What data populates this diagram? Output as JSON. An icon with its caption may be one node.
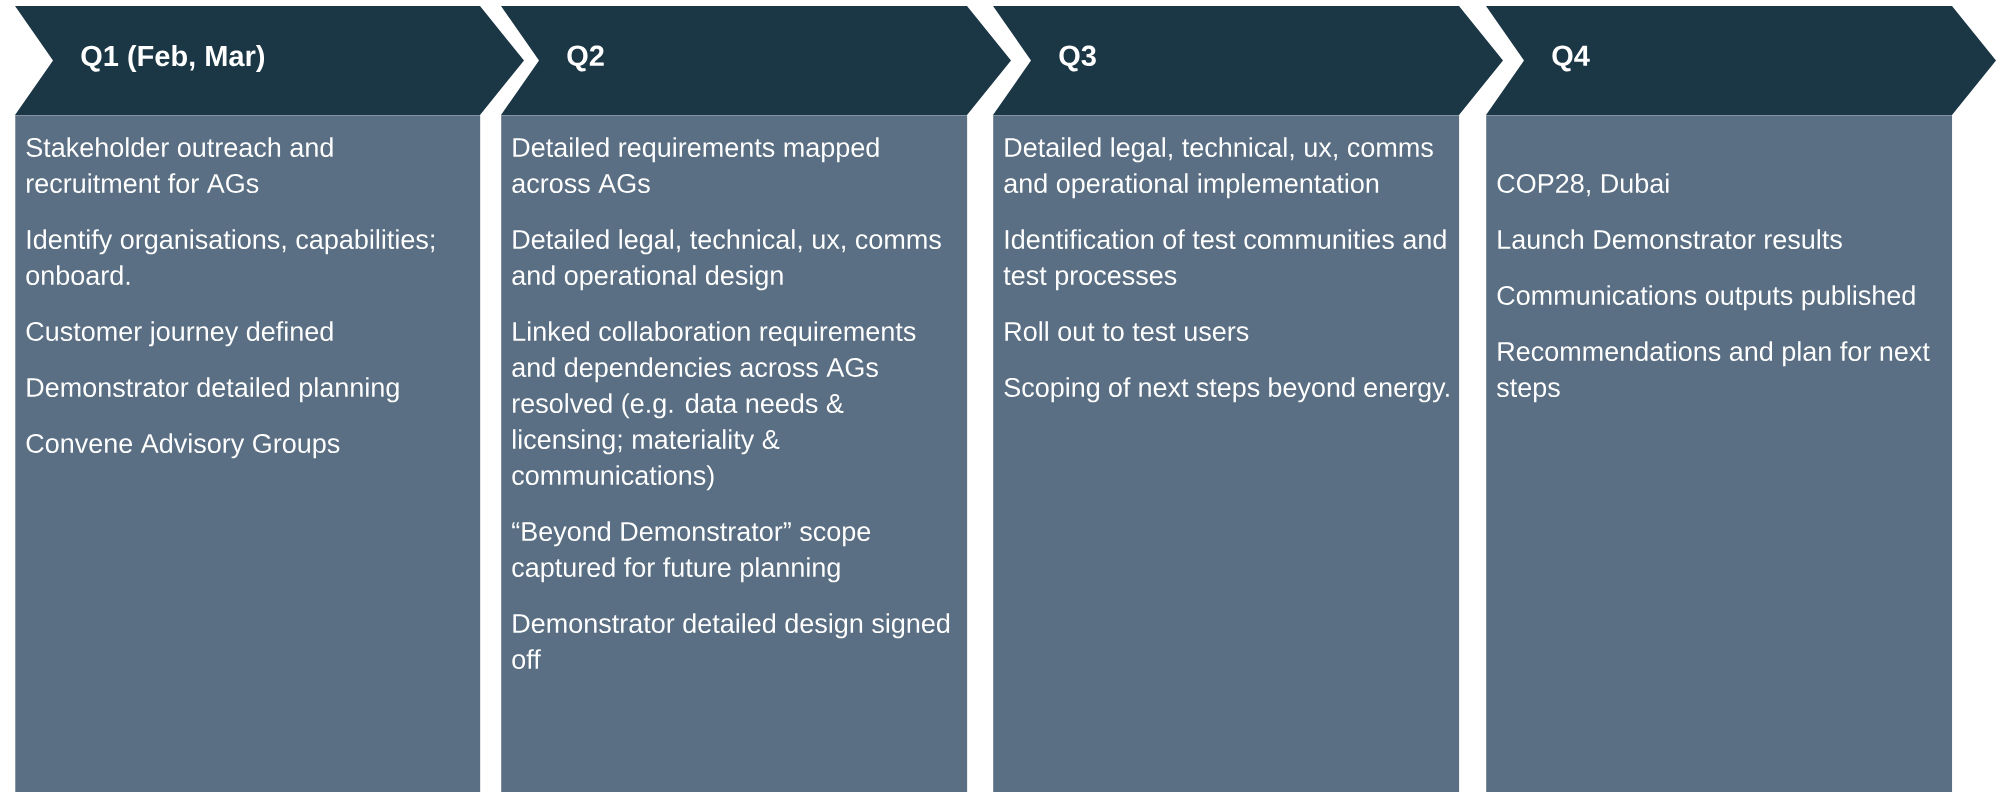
{
  "diagram": {
    "nodes": [
      {
        "text": [
          "Q1 (Feb, Mar)"
        ]
      },
      {
        "text": [
          "Q2"
        ]
      },
      {
        "text": [
          "Q3"
        ]
      },
      {
        "text": [
          "Q4"
        ]
      },
      {
        "text": [
          "Stakeholder outreach and recruitment for AGs",
          "Identify organisations, capabilities; onboard.",
          "Customer journey defined",
          "Demonstrator detailed planning",
          "Convene Advisory Groups"
        ]
      },
      {
        "text": [
          "Detailed requirements mapped across AGs",
          "Detailed legal, technical, ux, comms and operational design",
          "Linked collaboration requirements and dependencies across AGs resolved (e.g. data needs & licensing; materiality & communications)",
          "“Beyond Demonstrator” scope captured for future planning",
          "Demonstrator detailed design signed off"
        ]
      },
      {
        "text": [
          "Detailed legal, technical, ux, comms and operational implementation",
          "Identification of test communities and test processes",
          "Roll out to test users",
          "Scoping of next steps beyond energy."
        ]
      },
      {
        "text": [
          "COP28, Dubai",
          "Launch Demonstrator results",
          "Communications outputs published",
          "Recommendations and plan for next steps"
        ]
      }
    ]
  }
}
